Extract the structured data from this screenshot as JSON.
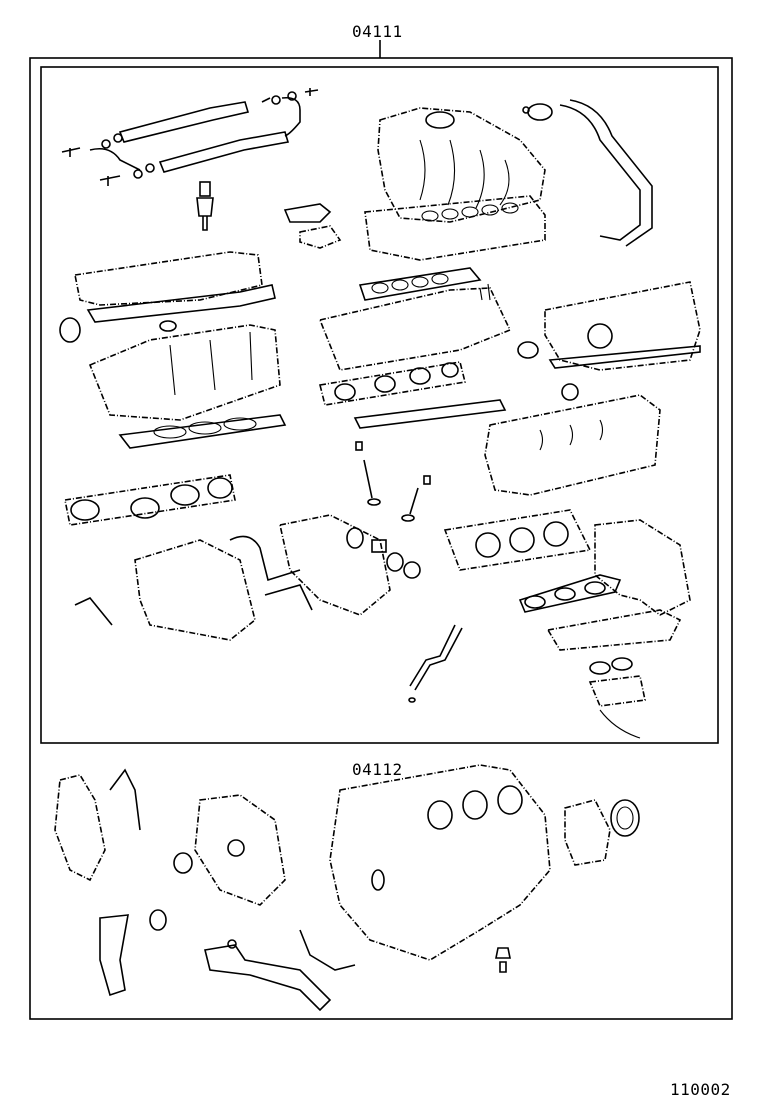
{
  "labels": {
    "overhaul_kit_code": "04111",
    "short_block_kit_code": "04112",
    "figure_number": "110002"
  }
}
